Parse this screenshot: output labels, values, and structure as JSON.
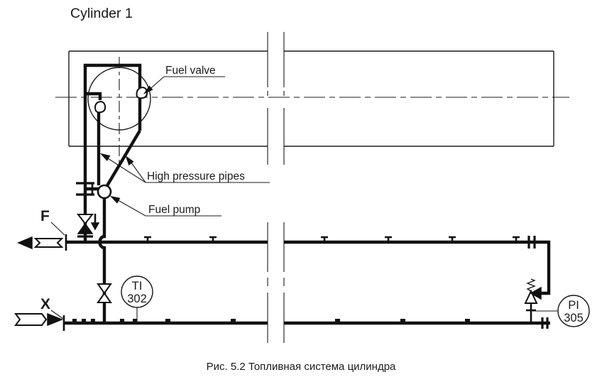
{
  "title": "Cylinder 1",
  "labels": {
    "fuel_valve": "Fuel valve",
    "high_pressure_pipes": "High pressure pipes",
    "fuel_pump": "Fuel pump",
    "supply_flow": "F",
    "drain_flow": "X"
  },
  "instruments": [
    {
      "tag_line1": "TI",
      "tag_line2": "302"
    },
    {
      "tag_line1": "PI",
      "tag_line2": "305"
    }
  ],
  "caption": "Рис. 5.2 Топливная система цилиндра",
  "colors": {
    "line": "#1a1a1a",
    "background": "#ffffff"
  }
}
